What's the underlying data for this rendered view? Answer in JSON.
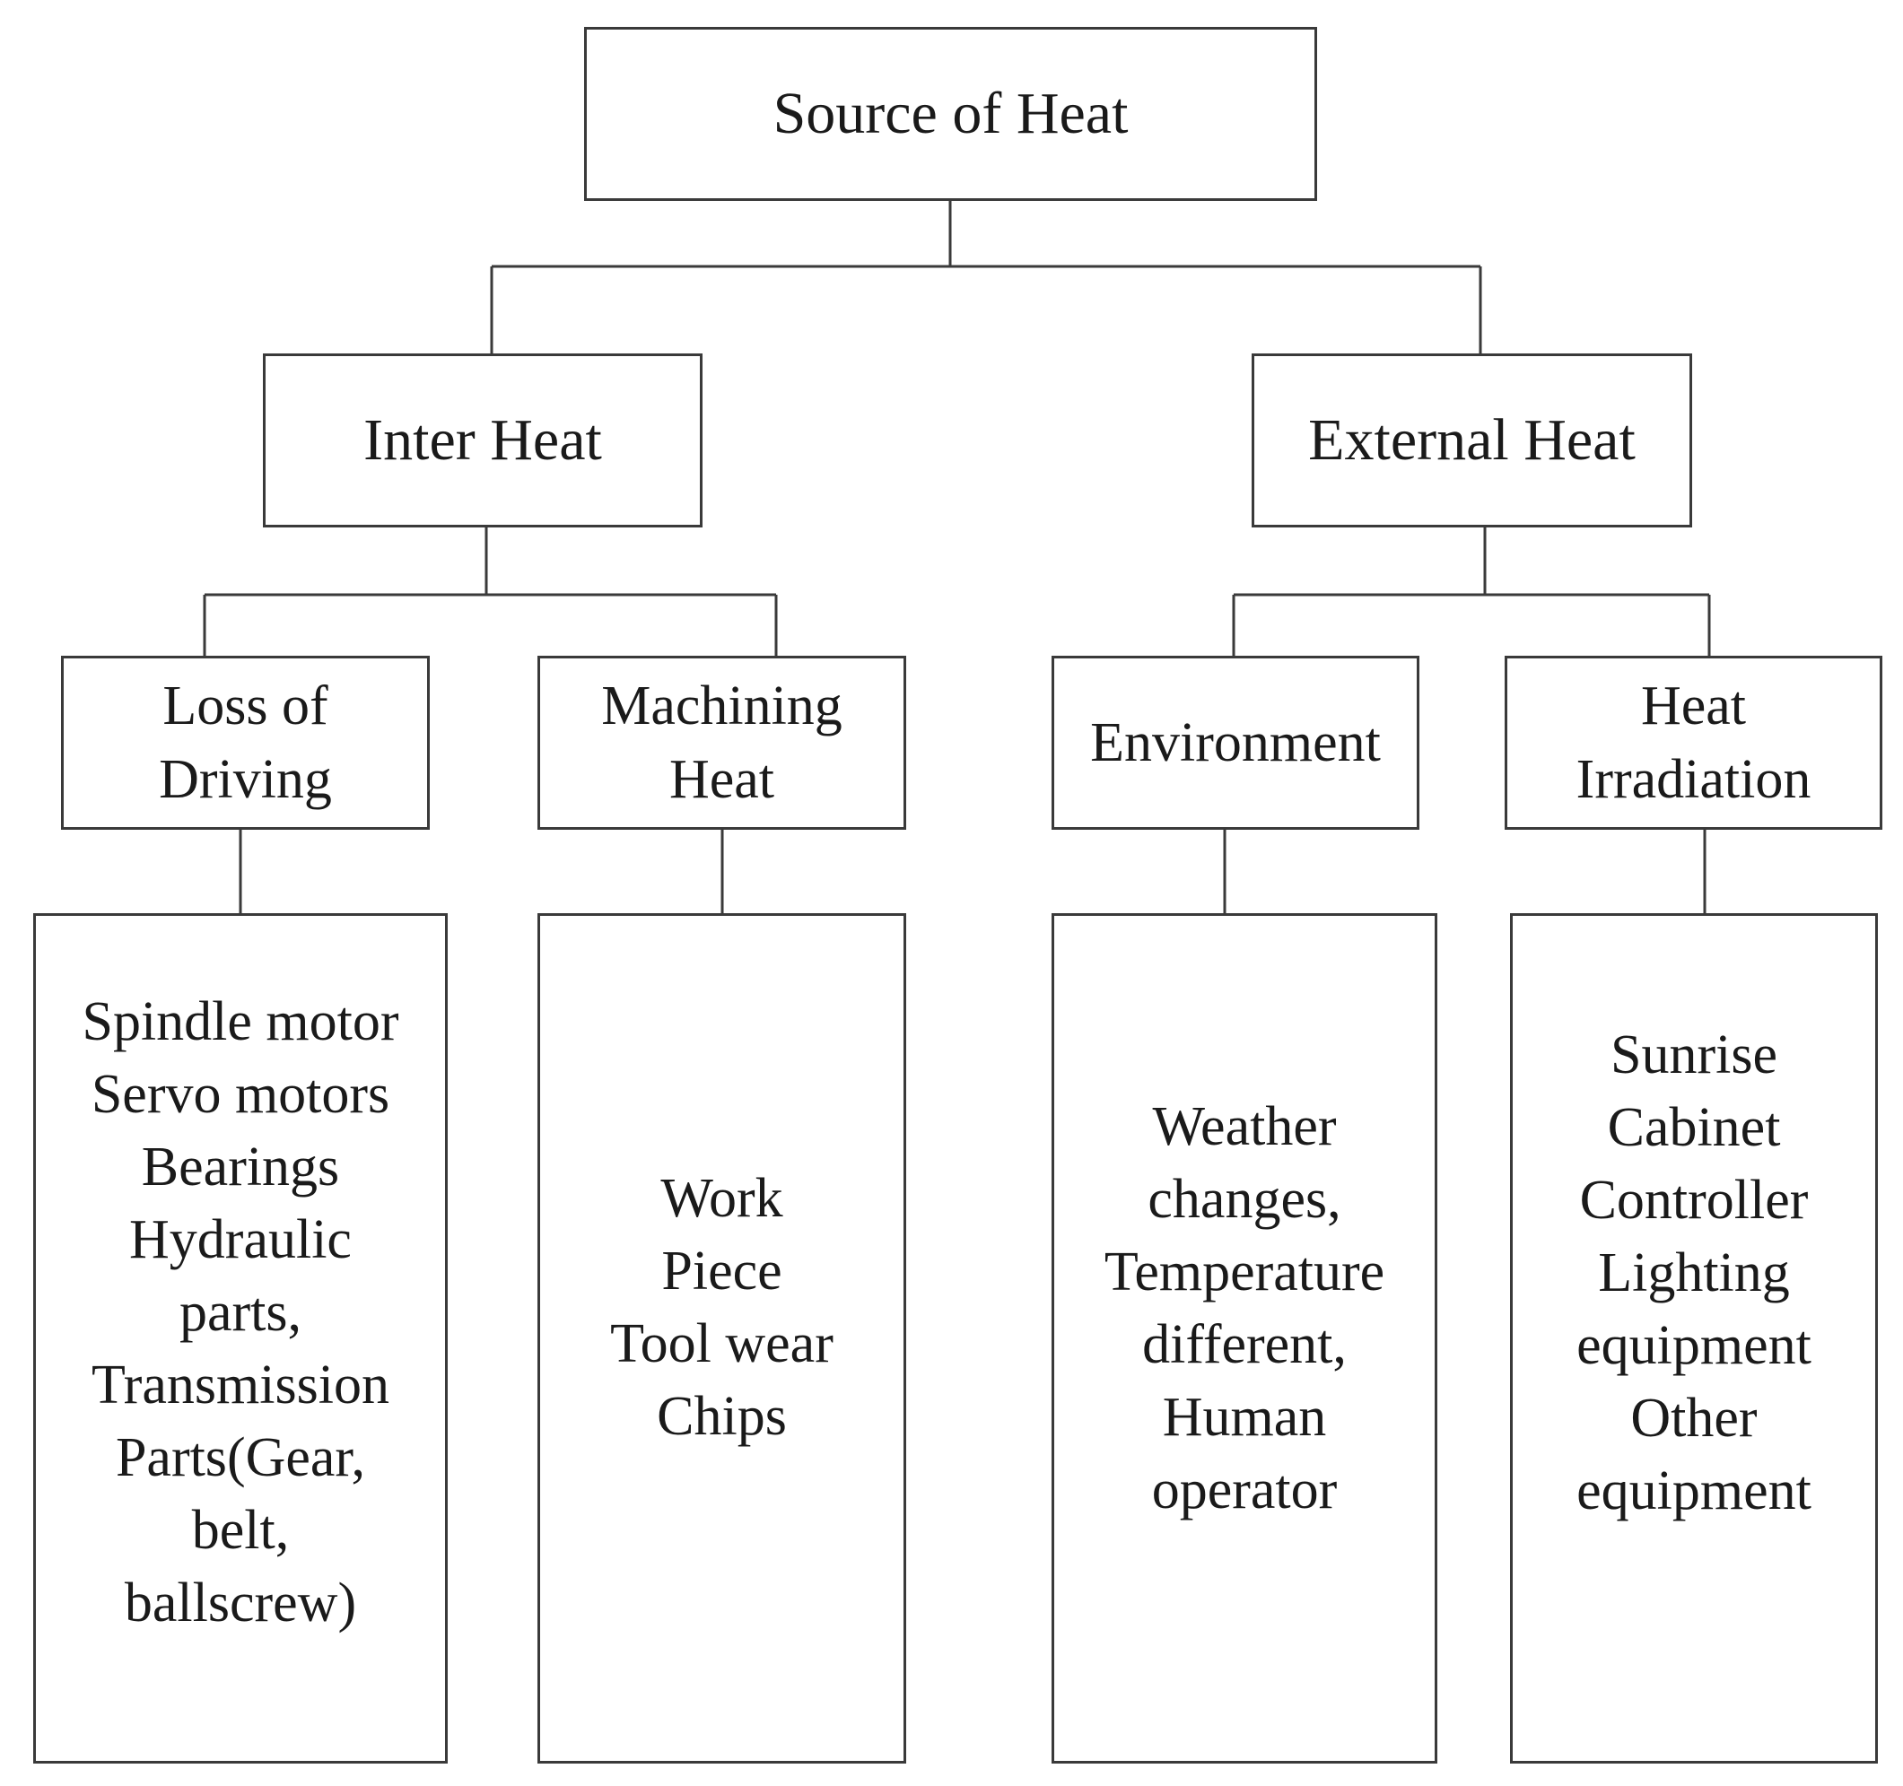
{
  "diagram": {
    "root": {
      "label": "Source of Heat"
    },
    "branches": [
      {
        "label": "Inter Heat",
        "children": [
          {
            "label_lines": [
              "Loss of",
              "Driving"
            ],
            "details": [
              "Spindle motor",
              "Servo motors",
              "Bearings",
              "Hydraulic",
              "parts,",
              "Transmission",
              "Parts(Gear,",
              "belt,",
              "ballscrew)"
            ]
          },
          {
            "label_lines": [
              "Machining",
              "Heat"
            ],
            "details": [
              "Work",
              "Piece",
              "Tool wear",
              "Chips"
            ]
          }
        ]
      },
      {
        "label": "External Heat",
        "children": [
          {
            "label_lines": [
              "Environment"
            ],
            "details": [
              "Weather",
              "changes,",
              "Temperature",
              "different,",
              "Human",
              "operator"
            ]
          },
          {
            "label_lines": [
              "Heat",
              "Irradiation"
            ],
            "details": [
              "Sunrise",
              "Cabinet",
              "Controller",
              "Lighting",
              "equipment",
              "Other",
              "equipment"
            ]
          }
        ]
      }
    ]
  },
  "colors": {
    "line": "#3a3a3a",
    "text": "#1a1a1a",
    "background": "#ffffff"
  }
}
